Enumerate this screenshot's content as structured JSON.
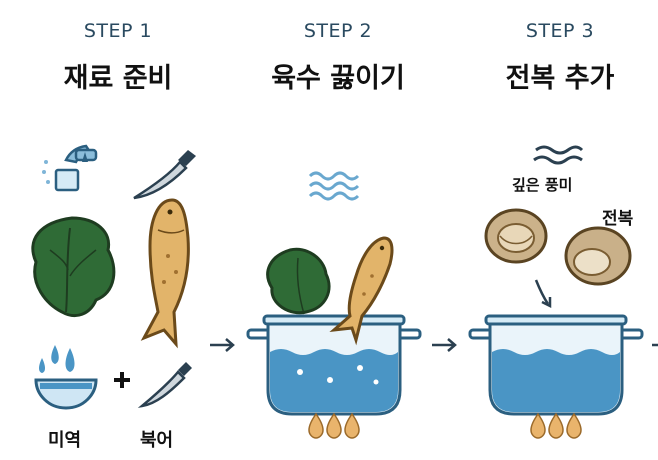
{
  "steps": [
    {
      "label": "STEP 1",
      "title": "재료 준비"
    },
    {
      "label": "STEP 2",
      "title": "육수 끓이기"
    },
    {
      "label": "STEP 3",
      "title": "전복 추가"
    }
  ],
  "step1": {
    "seaweed_caption": "미역",
    "fish_caption": "북어",
    "plus": "+"
  },
  "step3": {
    "flavor_caption": "깊은 풍미",
    "abalone_caption": "전복"
  },
  "colors": {
    "water": "#4a95c5",
    "pot_outline": "#2b5f80",
    "seaweed": "#2f6b36",
    "fish": "#e2b46a",
    "flame": "#c58a3c",
    "text_step": "#2a4a60"
  }
}
